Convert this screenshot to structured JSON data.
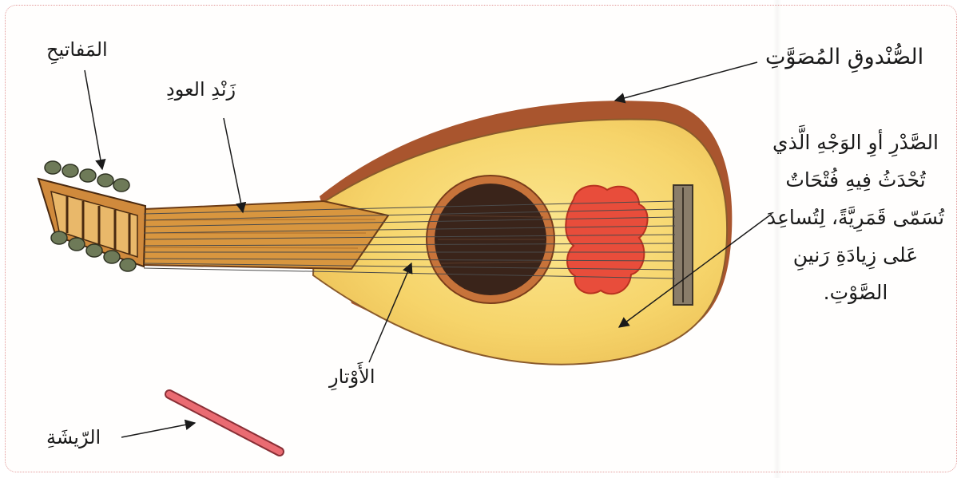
{
  "labels": {
    "keys": "المَفاتيحِ",
    "neck": "زَنْدِ العودِ",
    "soundbox": "الصُّنْدوقِ المُصَوَّتِ",
    "face": "الصَّدْرِ أوِ الوَجْهِ الَّذي تُحْدَثُ فِيهِ فُتْحَاتٌ تُسَمّى قَمَرِيَّةً، لِتُساعِدَ عَلى زِيادَةِ رَنينِ الصَّوْتِ.",
    "strings": "الأَوْتارِ",
    "plectrum": "الرّيشَةِ"
  },
  "colors": {
    "face": "#f7d978",
    "body_edge": "#a9552e",
    "neck": "#d8963f",
    "rosette": "#e84d3b",
    "soundhole": "#3a241a",
    "plectrum": "#ea6b72",
    "frame": "#e39a9a"
  }
}
